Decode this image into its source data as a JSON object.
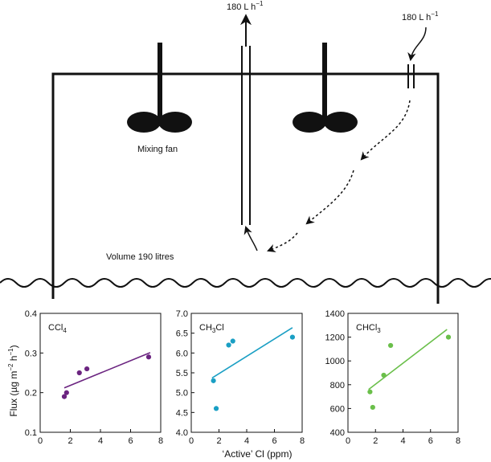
{
  "diagram": {
    "flow_out_label": "180 L h",
    "flow_in_label": "180 L h",
    "unit_sup": "−1",
    "mixing_fan_label": "Mixing fan",
    "volume_label": "Volume 190 litres"
  },
  "axes": {
    "shared_xlabel": "‘Active’ Cl (ppm)",
    "shared_ylabel": "Flux (µg m",
    "ylabel_sup1": "−2",
    "ylabel_mid": " h",
    "ylabel_sup2": "−1",
    "ylabel_end": ")"
  },
  "chart_data": [
    {
      "type": "scatter",
      "title_main": "CCl",
      "title_sub": "4",
      "color": "#6b2480",
      "xlim": [
        0,
        8
      ],
      "ylim": [
        0.1,
        0.4
      ],
      "xticks": [
        "0",
        "2",
        "4",
        "6",
        "8"
      ],
      "yticks": [
        "0.1",
        "0.2",
        "0.3",
        "0.4"
      ],
      "x": [
        1.6,
        1.75,
        2.6,
        3.1,
        7.2
      ],
      "y": [
        0.19,
        0.2,
        0.25,
        0.26,
        0.29
      ],
      "fit": [
        [
          1.6,
          0.212
        ],
        [
          7.3,
          0.301
        ]
      ]
    },
    {
      "type": "scatter",
      "title_main": "CH",
      "title_sub": "3",
      "title_end": "Cl",
      "color": "#1a9fc4",
      "xlim": [
        0,
        8
      ],
      "ylim": [
        4.0,
        7.0
      ],
      "xticks": [
        "0",
        "2",
        "4",
        "6",
        "8"
      ],
      "yticks": [
        "4.0",
        "4.5",
        "5.0",
        "5.5",
        "6.0",
        "6.5",
        "7.0"
      ],
      "x": [
        1.6,
        1.8,
        2.7,
        3.0,
        7.3
      ],
      "y": [
        5.3,
        4.6,
        6.2,
        6.3,
        6.4
      ],
      "fit": [
        [
          1.5,
          5.37
        ],
        [
          7.3,
          6.64
        ]
      ]
    },
    {
      "type": "scatter",
      "title_main": "CHCl",
      "title_sub": "3",
      "color": "#6abf4a",
      "xlim": [
        0,
        8
      ],
      "ylim": [
        400,
        1400
      ],
      "xticks": [
        "0",
        "2",
        "4",
        "6",
        "8"
      ],
      "yticks": [
        "400",
        "600",
        "800",
        "1000",
        "1200",
        "1400"
      ],
      "x": [
        1.6,
        1.8,
        2.6,
        3.1,
        7.3
      ],
      "y": [
        740,
        610,
        880,
        1130,
        1200
      ],
      "fit": [
        [
          1.5,
          760
        ],
        [
          7.2,
          1265
        ]
      ]
    }
  ]
}
